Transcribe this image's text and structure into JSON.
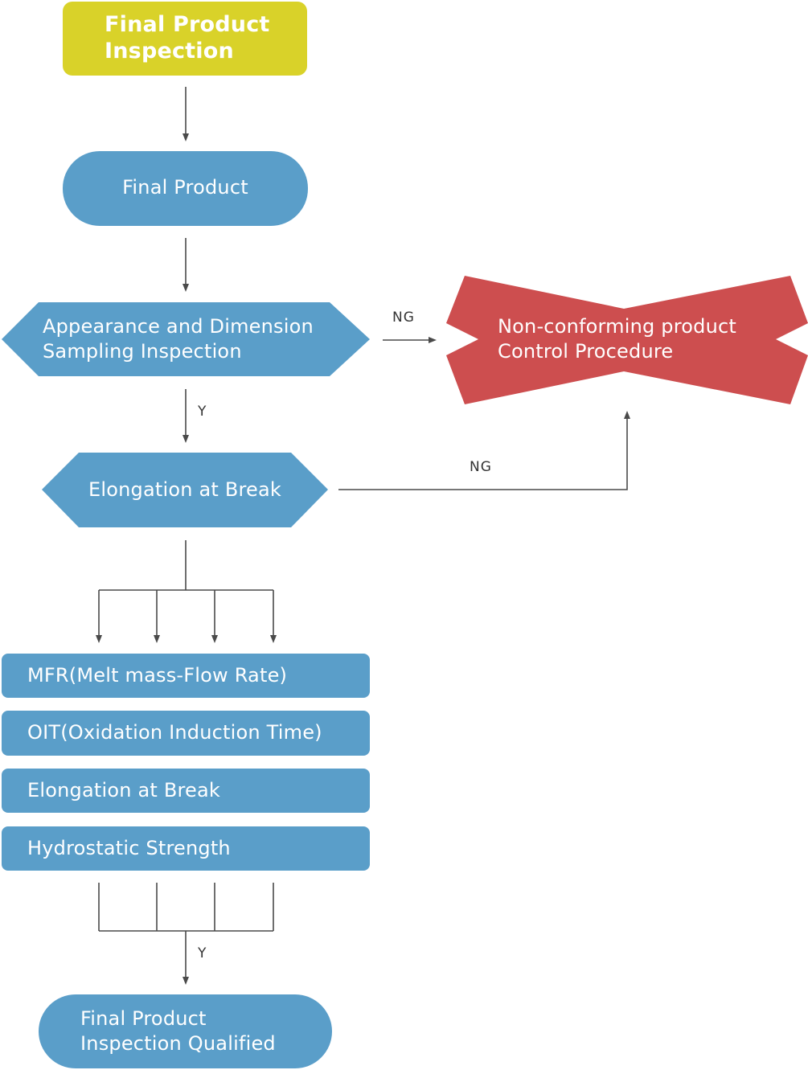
{
  "nodes": {
    "start": "Final Product\nInspection",
    "final_product": "Final Product",
    "appearance": "Appearance and Dimension\nSampling Inspection",
    "elongation_check": "Elongation at Break",
    "nonconforming": "Non-conforming product\nControl Procedure",
    "tests": [
      "MFR(Melt mass-Flow Rate)",
      "OIT(Oxidation Induction Time)",
      "Elongation at Break",
      "Hydrostatic Strength"
    ],
    "qualified": "Final Product\nInspection Qualified"
  },
  "edge_labels": {
    "appearance_ng": "NG",
    "appearance_y": "Y",
    "elongation_ng": "NG",
    "tests_y": "Y"
  },
  "colors": {
    "start_fill": "#D9D229",
    "process_fill": "#5A9EC9",
    "reject_fill": "#CD4E4F",
    "line": "#4a4a4a"
  }
}
